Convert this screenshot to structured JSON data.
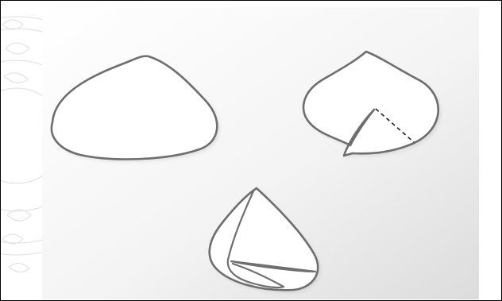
{
  "figure": {
    "panels": [
      {
        "id": "panel-1",
        "caption": ""
      },
      {
        "id": "panel-2",
        "caption": ""
      },
      {
        "id": "panel-3",
        "caption": ""
      }
    ],
    "colors": {
      "border": "#000000",
      "outline": "#6e6e6e",
      "dash": "#1f1f1f",
      "paper": "#ffffff",
      "backdrop_light": "#ffffff",
      "backdrop_shade": "#dcdcdc",
      "watermark": "#c9c9c9"
    },
    "watermark": "seal-watermark"
  }
}
